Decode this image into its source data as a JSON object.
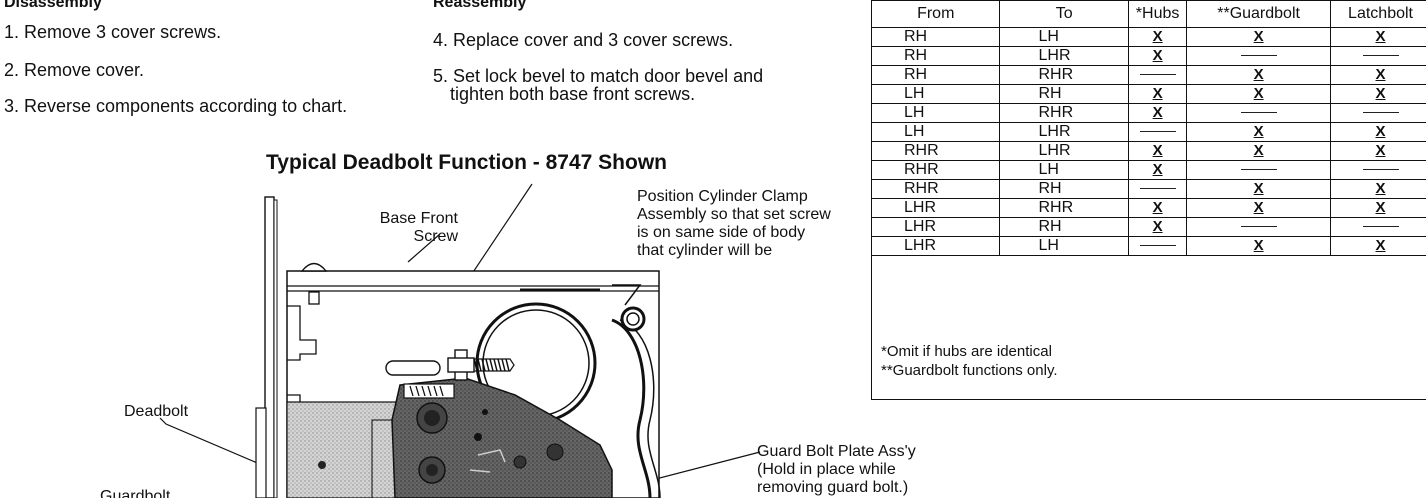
{
  "disassembly": {
    "heading": "Disassembly",
    "steps": [
      "1. Remove 3 cover screws.",
      "2. Remove cover.",
      "3. Reverse components according to chart."
    ]
  },
  "reassembly": {
    "heading": "Reassembly",
    "step4": "4. Replace cover and 3 cover screws.",
    "step5_line1": "5. Set lock bevel to match door bevel and",
    "step5_line2": "tighten both base front screws."
  },
  "diagram": {
    "title": "Typical Deadbolt Function - 8747 Shown",
    "callout_base_front_1": "Base Front",
    "callout_base_front_2": "Screw",
    "callout_clamp_1": "Position Cylinder Clamp",
    "callout_clamp_2": "Assembly so that set screw",
    "callout_clamp_3": "is on same side of body",
    "callout_clamp_4": "that cylinder will be",
    "callout_deadbolt": "Deadbolt",
    "callout_guard_1": "Guard Bolt Plate Ass'y",
    "callout_guard_2": "(Hold in place while",
    "callout_guard_3": "removing guard bolt.)",
    "callout_cut": "Guardbolt"
  },
  "chart": {
    "headers": [
      "From",
      "To",
      "*Hubs",
      "**Guardbolt",
      "Latchbolt"
    ],
    "rows": [
      [
        "RH",
        "LH",
        "X",
        "X",
        "X"
      ],
      [
        "RH",
        "LHR",
        "X",
        "—",
        "—"
      ],
      [
        "RH",
        "RHR",
        "—",
        "X",
        "X"
      ],
      [
        "LH",
        "RH",
        "X",
        "X",
        "X"
      ],
      [
        "LH",
        "RHR",
        "X",
        "—",
        "—"
      ],
      [
        "LH",
        "LHR",
        "—",
        "X",
        "X"
      ],
      [
        "RHR",
        "LHR",
        "X",
        "X",
        "X"
      ],
      [
        "RHR",
        "LH",
        "X",
        "—",
        "—"
      ],
      [
        "RHR",
        "RH",
        "—",
        "X",
        "X"
      ],
      [
        "LHR",
        "RHR",
        "X",
        "X",
        "X"
      ],
      [
        "LHR",
        "RH",
        "X",
        "—",
        "—"
      ],
      [
        "LHR",
        "LH",
        "—",
        "X",
        "X"
      ]
    ],
    "footnote1": "*Omit if hubs are identical",
    "footnote2": "**Guardbolt functions only."
  }
}
